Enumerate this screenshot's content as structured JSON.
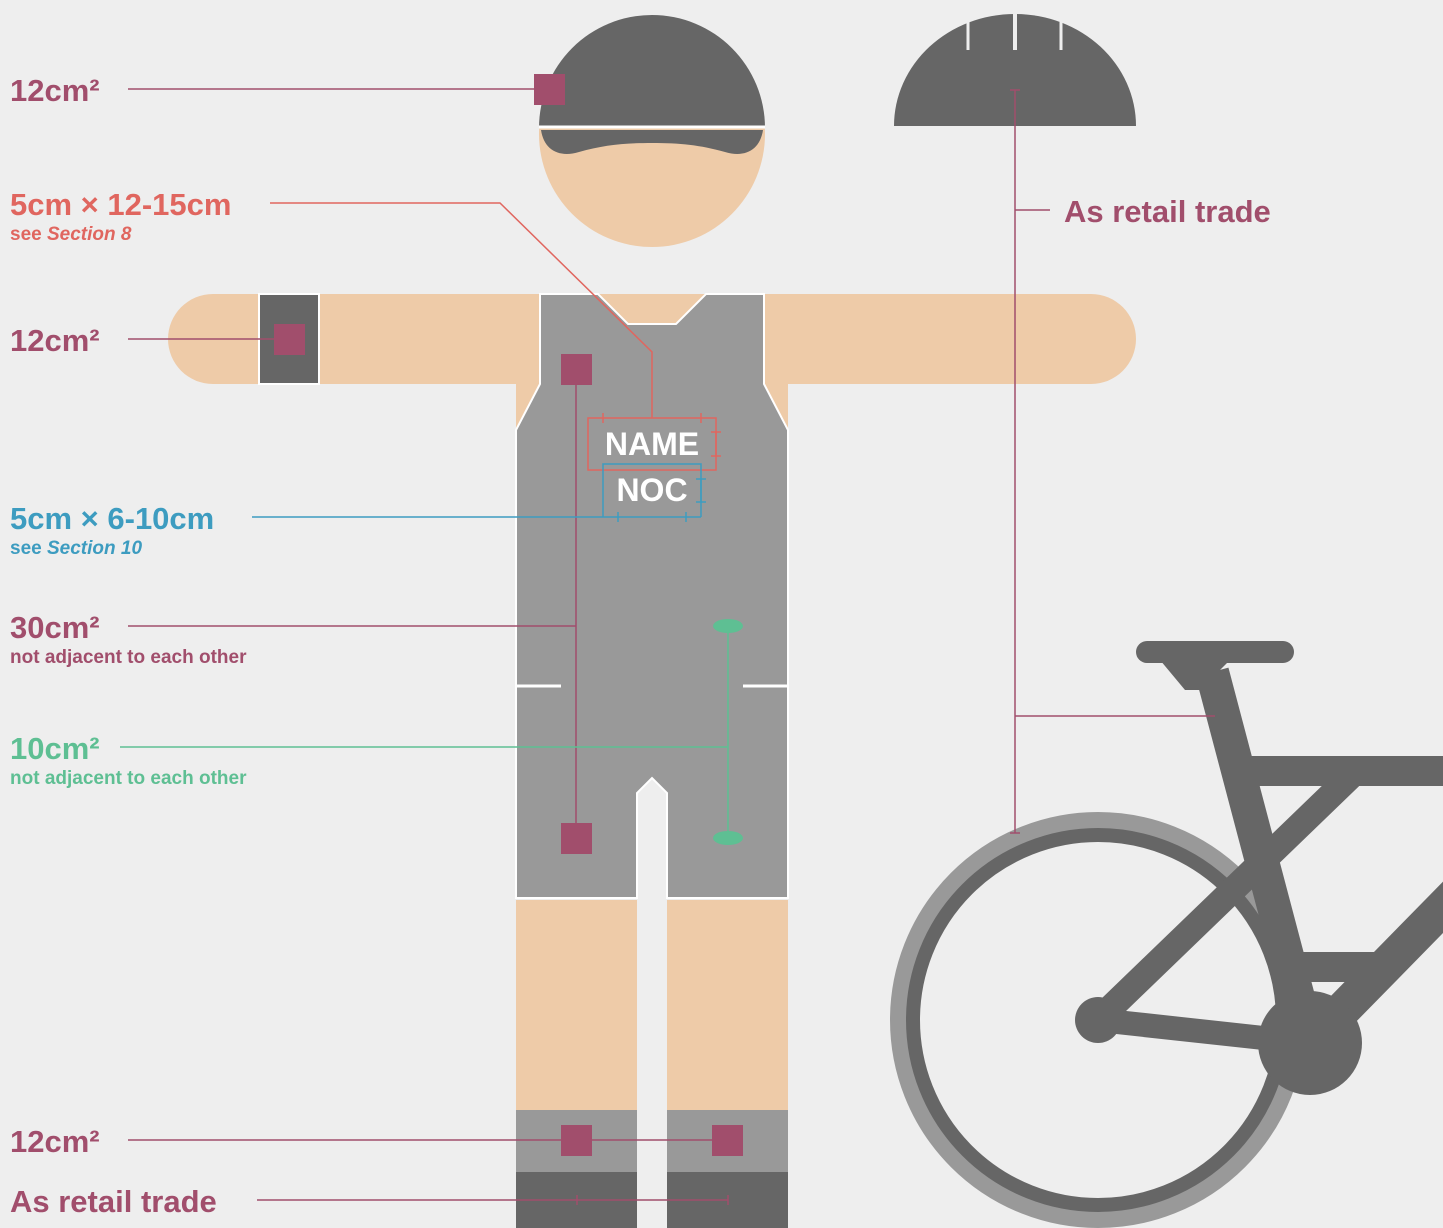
{
  "labels": {
    "helmet_logo": "12cm²",
    "name_size": "5cm × 12-15cm",
    "name_see_prefix": "see",
    "name_see_section": "Section 8",
    "arm_logo": "12cm²",
    "noc_size": "5cm × 6-10cm",
    "noc_see_prefix": "see",
    "noc_see_section": "Section 10",
    "body_logo": "30cm²",
    "body_logo_note": "not adjacent to each other",
    "green_logo": "10cm²",
    "green_logo_note": "not adjacent to each other",
    "sock_logo": "12cm²",
    "shoes": "As retail trade",
    "helmet_bike": "As retail trade"
  },
  "suit_text": {
    "name": "NAME",
    "noc": "NOC"
  },
  "colors": {
    "background": "#eeeeee",
    "skin": "#eecba8",
    "suit": "#999999",
    "dark": "#666666",
    "maroon": "#a14e6c",
    "coral": "#e0665f",
    "blue": "#3d9cc0",
    "green": "#5ebf93"
  }
}
